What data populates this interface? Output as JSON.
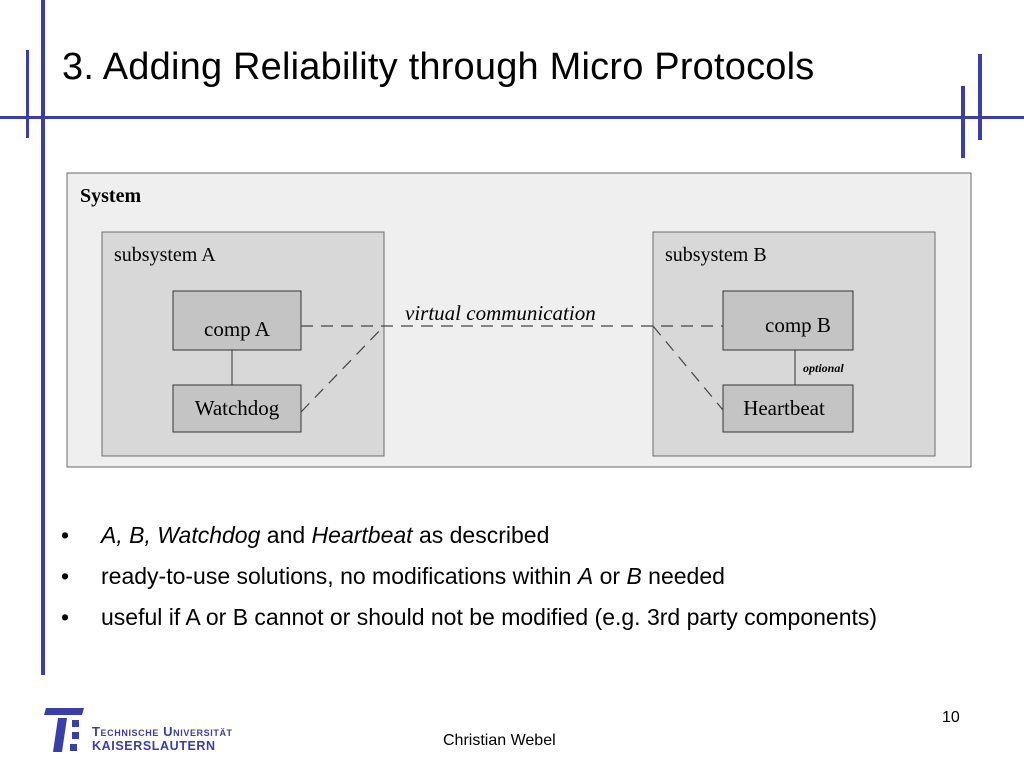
{
  "slide": {
    "title": "3. Adding Reliability through Micro Protocols",
    "author": "Christian Webel",
    "page_number": "10"
  },
  "diagram": {
    "system_label": "System",
    "subsystem_a": {
      "label": "subsystem A",
      "components": [
        "comp A",
        "Watchdog"
      ]
    },
    "subsystem_b": {
      "label": "subsystem B",
      "components": [
        "comp B",
        "Heartbeat"
      ]
    },
    "link_label": "virtual communication",
    "optional_label": "optional"
  },
  "bullets": [
    {
      "parts": [
        {
          "text": "A, B, Watchdog",
          "italic": true
        },
        {
          "text": " and ",
          "italic": false
        },
        {
          "text": "Heartbeat",
          "italic": true
        },
        {
          "text": " as described",
          "italic": false
        }
      ]
    },
    {
      "parts": [
        {
          "text": "ready-to-use solutions, no modifications within ",
          "italic": false
        },
        {
          "text": "A",
          "italic": true
        },
        {
          "text": " or ",
          "italic": false
        },
        {
          "text": "B",
          "italic": true
        },
        {
          "text": " needed",
          "italic": false
        }
      ]
    },
    {
      "parts": [
        {
          "text": "useful if A or B cannot or should not be modified (e.g. 3rd party components)",
          "italic": false
        }
      ]
    }
  ],
  "logo": {
    "line1": "Technische Universität",
    "line2": "KAISERSLAUTERN"
  },
  "colors": {
    "accent": "#3a3fa8",
    "system_fill": "#efefef",
    "subsystem_fill": "#d8d8d8",
    "component_fill": "#c4c4c4"
  }
}
